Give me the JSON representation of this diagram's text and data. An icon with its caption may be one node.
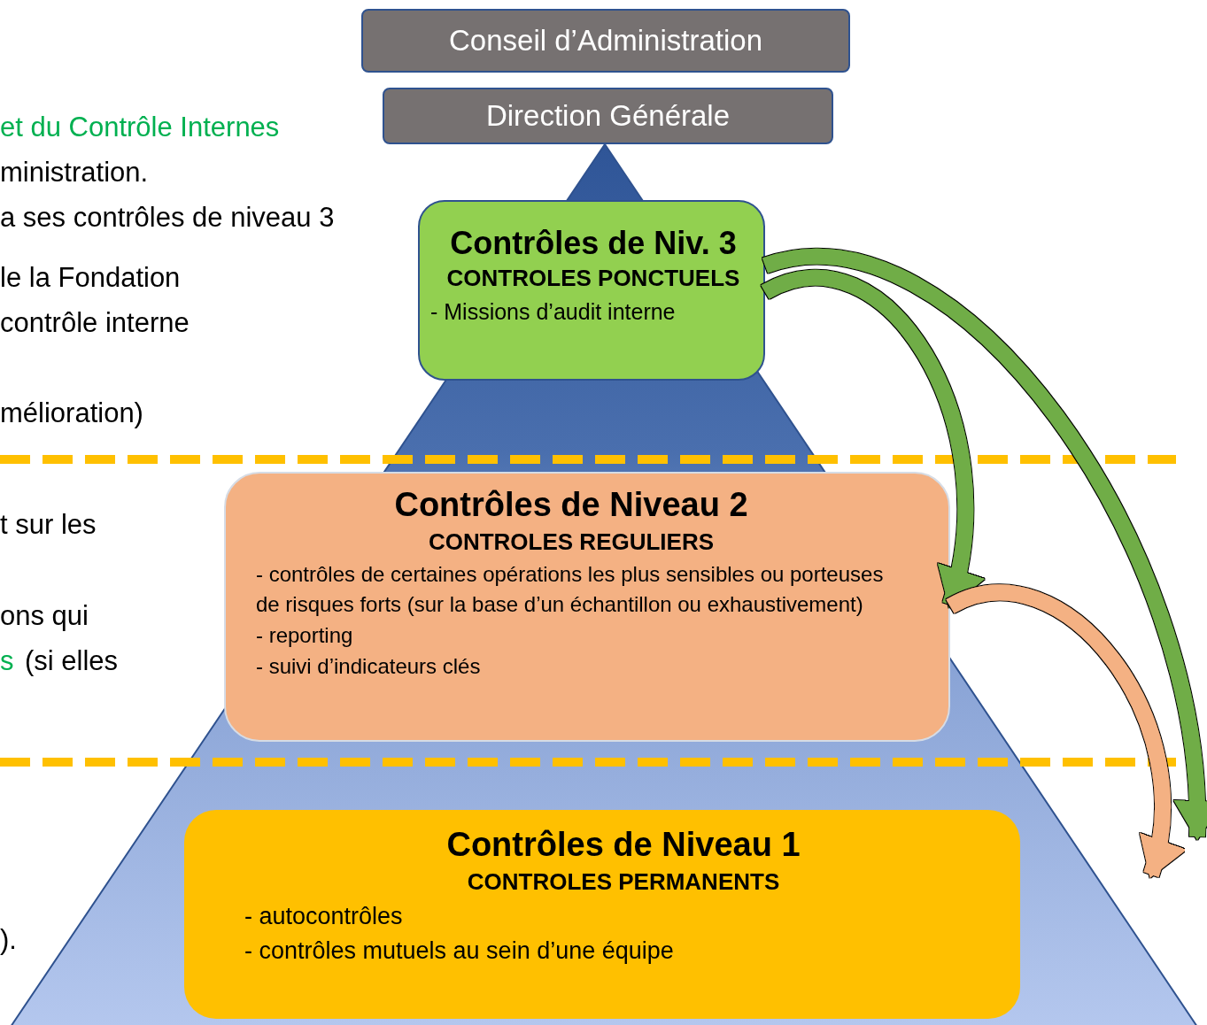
{
  "diagram": {
    "nodes": [
      {
        "text": [
          "Conseil d’Administration"
        ]
      },
      {
        "text": [
          "Direction Générale"
        ]
      },
      {
        "text": [
          "Contrôles de Niv. 3",
          "CONTROLES PONCTUELS",
          "- Missions d’audit interne"
        ]
      },
      {
        "text": [
          "Contrôles de Niveau 2",
          "CONTROLES REGULIERS",
          "- contrôles de certaines opérations les plus sensibles ou porteuses de risques forts (sur la base d’un échantillon ou exhaustivement)",
          "- reporting",
          "- suivi d’indicateurs clés"
        ]
      },
      {
        "text": [
          "Contrôles de Niveau 1",
          "CONTROLES PERMANENTS",
          "- autocontrôles",
          "- contrôles mutuels au sein d’une équipe"
        ]
      }
    ],
    "edges": [
      {
        "from": 2,
        "to": 3,
        "arrow": "to"
      },
      {
        "from": 2,
        "to": null,
        "arrow": "to"
      },
      {
        "from": 3,
        "to": null,
        "arrow": "to",
        "color": "#f4b183"
      }
    ],
    "labels": [
      "et du Contrôle Internes",
      "ministration.",
      "a ses contrôles de niveau 3",
      "le la Fondation",
      "contrôle interne",
      "mélioration)",
      "t sur les",
      "ons qui",
      "s",
      "(si elles",
      ")."
    ]
  }
}
